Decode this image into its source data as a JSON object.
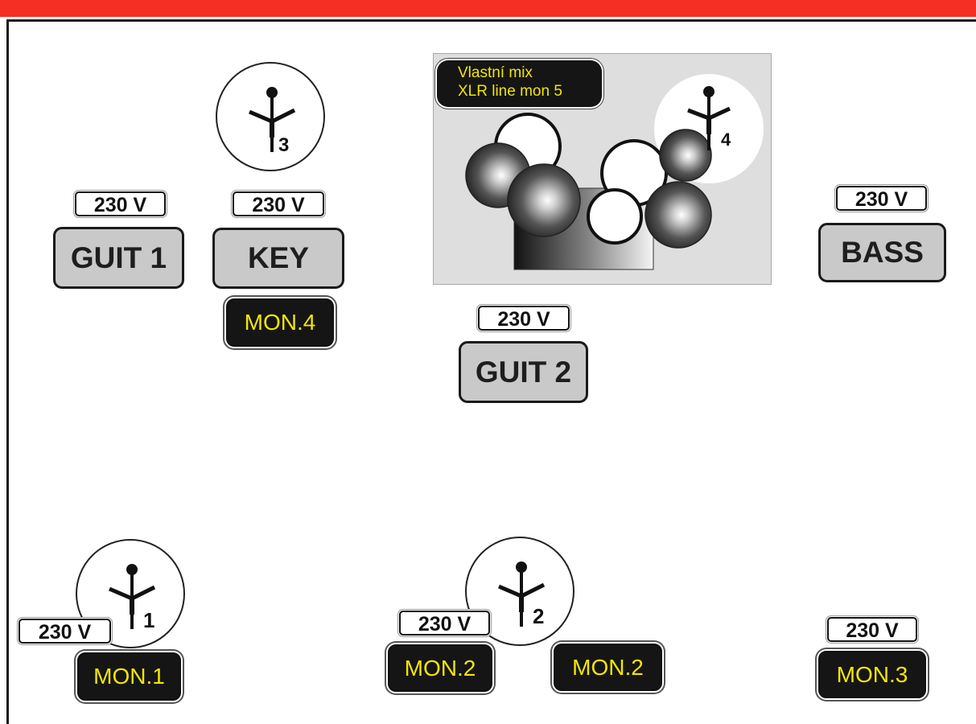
{
  "power_label": "230 V",
  "instruments": {
    "guit1": "GUIT 1",
    "key": "KEY",
    "bass": "BASS",
    "guit2": "GUIT 2"
  },
  "monitors": {
    "mon1": "MON.1",
    "mon2_left": "MON.2",
    "mon2_right": "MON.2",
    "mon3": "MON.3",
    "mon4": "MON.4"
  },
  "mics": {
    "mic1": "1",
    "mic2": "2",
    "mic3": "3",
    "mic4": "4"
  },
  "drums": {
    "note_line1": "Vlastní mix",
    "note_line2": "XLR line mon 5"
  },
  "colors": {
    "top_bar": "#f52f23",
    "instrument_fill": "#c9c9c9",
    "monitor_fill": "#151515",
    "monitor_text": "#f2e600"
  },
  "icons": [
    "microphone-stand-icon"
  ]
}
